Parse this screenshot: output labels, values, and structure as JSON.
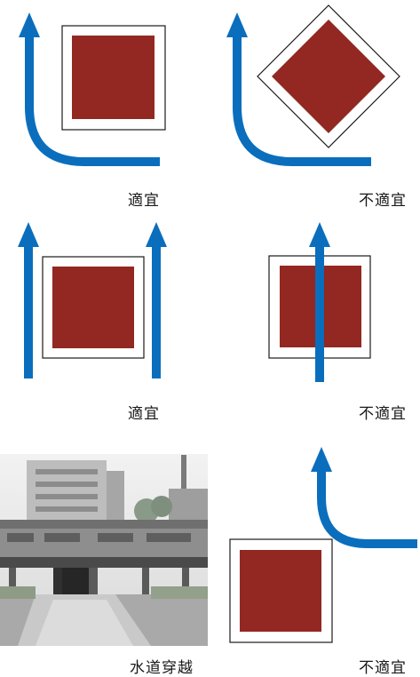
{
  "colors": {
    "arrow": "#0a6ebd",
    "building": "#922821",
    "frame": "#1a1a1a",
    "background": "#ffffff"
  },
  "panels": [
    {
      "id": "panel-1",
      "label": "適宜"
    },
    {
      "id": "panel-2",
      "label": "不適宜"
    },
    {
      "id": "panel-3",
      "label": "適宜"
    },
    {
      "id": "panel-4",
      "label": "不適宜"
    },
    {
      "id": "panel-5",
      "label": "水道穿越"
    },
    {
      "id": "panel-6",
      "label": "不適宜"
    }
  ]
}
